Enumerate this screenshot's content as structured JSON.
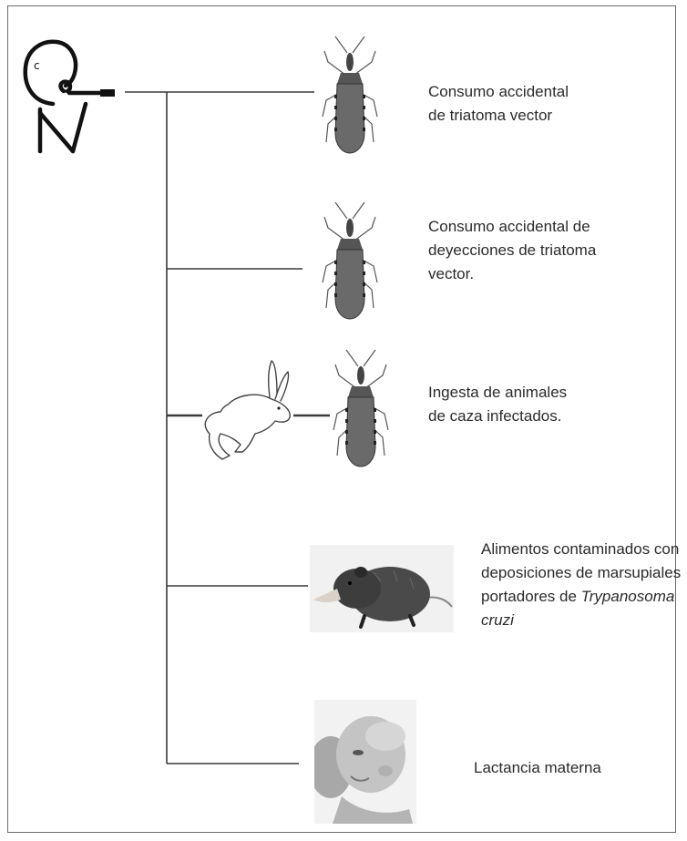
{
  "items": [
    {
      "icon": "triatomine-bug-icon",
      "lines": [
        "Consumo accidental",
        "de triatoma vector"
      ]
    },
    {
      "icon": "triatomine-bug-icon",
      "lines": [
        "Consumo accidental de",
        "deyecciones de triatoma",
        "vector."
      ]
    },
    {
      "icon": "rabbit-and-triatomine-icon",
      "lines": [
        "Ingesta de animales",
        "de caza infectados."
      ]
    },
    {
      "icon": "opossum-icon",
      "lines": [
        "Alimentos contaminados con",
        "deposiciones de marsupiales",
        "portadores de",
        "Trypanosoma",
        "cruzi"
      ]
    },
    {
      "icon": "breastfeeding-baby-icon",
      "lines": [
        "Lactancia materna"
      ]
    }
  ],
  "colors": {
    "line": "#3a3a3a",
    "frame": "#6b6b6b",
    "text": "#2b2b2b"
  }
}
